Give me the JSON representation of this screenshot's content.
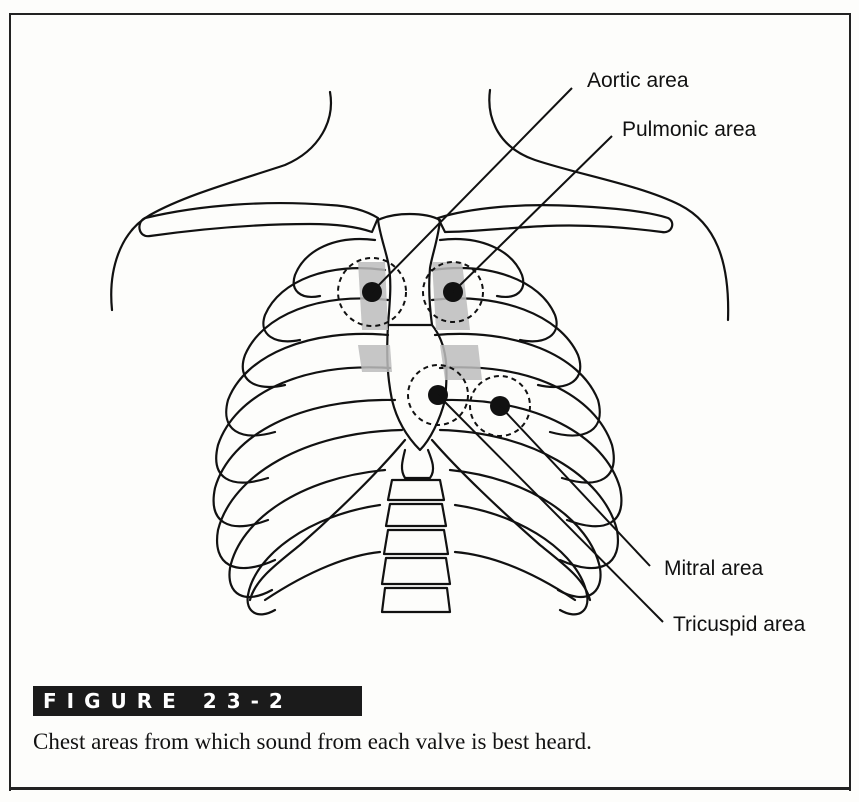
{
  "figure": {
    "number_label": "FIGURE 23-2",
    "caption": "Chest areas from which sound from each valve is best heard."
  },
  "labels": {
    "aortic": "Aortic area",
    "pulmonic": "Pulmonic area",
    "mitral": "Mitral area",
    "tricuspid": "Tricuspid area"
  },
  "colors": {
    "ink": "#111111",
    "shading": "#bdbdbd",
    "badge_background": "#1b1b1b",
    "badge_text": "#ffffff"
  }
}
